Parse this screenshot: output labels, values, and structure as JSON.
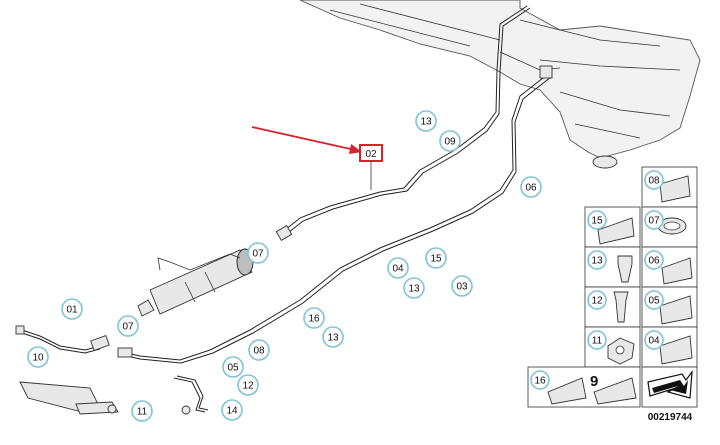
{
  "diagram": {
    "highlight_label": "02",
    "callouts": [
      "13",
      "09",
      "06",
      "07",
      "15",
      "04",
      "13",
      "03",
      "01",
      "07",
      "16",
      "13",
      "05",
      "08",
      "12",
      "10",
      "11",
      "14"
    ],
    "legend": {
      "cells": [
        "08",
        "15",
        "07",
        "13",
        "06",
        "12",
        "05",
        "11",
        "04",
        "16"
      ],
      "grouped_label": "9"
    },
    "reference_number": "00219744",
    "colors": {
      "callout_ring": "#7fc3d8",
      "highlight": "#d6232a",
      "arrow": "#d6232a"
    },
    "icons": [
      "pointer-arrow-icon",
      "continue-arrow-icon"
    ]
  }
}
